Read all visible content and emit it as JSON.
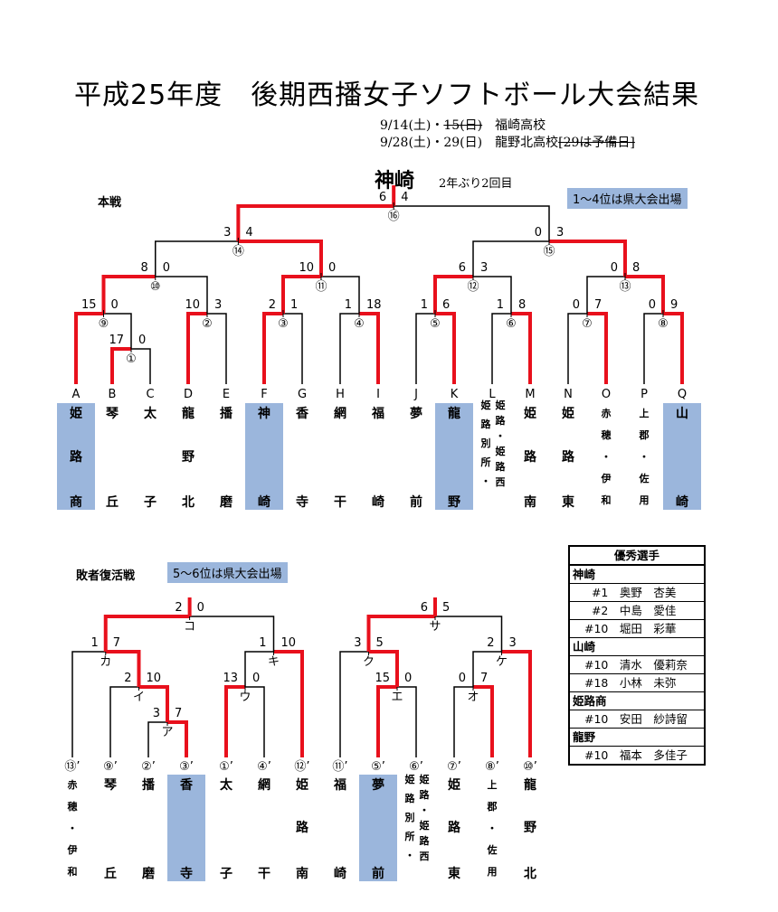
{
  "title": "平成25年度　後期西播女子ソフトボール大会結果",
  "dates": {
    "line1_prefix": "9/14(土)・",
    "line1_struck": "15(日)",
    "line1_suffix": "　福崎高校",
    "line2_prefix": "9/28(土)・29(日)　龍野北高校",
    "line2_struck": "[29は予備日]"
  },
  "main": {
    "label": "本戦",
    "banner": "1～4位は県大会出場",
    "champion": "神崎",
    "champion_note": "2年ぶり2回目",
    "team_letters": [
      "A",
      "B",
      "C",
      "D",
      "E",
      "F",
      "G",
      "H",
      "I",
      "J",
      "K",
      "L",
      "M",
      "N",
      "O",
      "P",
      "Q"
    ],
    "teams": [
      {
        "chars": [
          "姫",
          "路",
          "商"
        ],
        "hl": true
      },
      {
        "chars": [
          "琴",
          "丘"
        ],
        "hl": false
      },
      {
        "chars": [
          "太",
          "子"
        ],
        "hl": false
      },
      {
        "chars": [
          "龍",
          "野",
          "北"
        ],
        "hl": false
      },
      {
        "chars": [
          "播",
          "磨"
        ],
        "hl": false
      },
      {
        "chars": [
          "神",
          "崎"
        ],
        "hl": true
      },
      {
        "chars": [
          "香",
          "寺"
        ],
        "hl": false
      },
      {
        "chars": [
          "網",
          "干"
        ],
        "hl": false
      },
      {
        "chars": [
          "福",
          "崎"
        ],
        "hl": false
      },
      {
        "chars": [
          "夢",
          "前"
        ],
        "hl": false
      },
      {
        "chars": [
          "龍",
          "野"
        ],
        "hl": true
      },
      {
        "chars": [
          "姫",
          "路",
          "別",
          "所",
          "・"
        ],
        "chars2": [
          "姫",
          "路",
          "・",
          "姫",
          "路",
          "西"
        ],
        "small": true,
        "hl": false
      },
      {
        "chars": [
          "姫",
          "路",
          "南"
        ],
        "hl": false
      },
      {
        "chars": [
          "姫",
          "路",
          "東"
        ],
        "hl": false
      },
      {
        "chars": [
          "赤",
          "穂",
          "・",
          "伊",
          "和"
        ],
        "small": true,
        "hl": false
      },
      {
        "chars": [
          "上",
          "郡",
          "・",
          "佐",
          "用"
        ],
        "small": true,
        "hl": false
      },
      {
        "chars": [
          "山",
          "崎"
        ],
        "hl": true
      }
    ],
    "games": [
      {
        "id": "1",
        "label": "①",
        "scores": [
          "17",
          "0"
        ]
      },
      {
        "id": "2",
        "label": "②",
        "scores": [
          "10",
          "3"
        ]
      },
      {
        "id": "3",
        "label": "③",
        "scores": [
          "2",
          "1"
        ]
      },
      {
        "id": "4",
        "label": "④",
        "scores": [
          "1",
          "18"
        ]
      },
      {
        "id": "5",
        "label": "⑤",
        "scores": [
          "1",
          "6"
        ]
      },
      {
        "id": "6",
        "label": "⑥",
        "scores": [
          "1",
          "8"
        ]
      },
      {
        "id": "7",
        "label": "⑦",
        "scores": [
          "0",
          "7"
        ]
      },
      {
        "id": "8",
        "label": "⑧",
        "scores": [
          "0",
          "9"
        ]
      },
      {
        "id": "9",
        "label": "⑨",
        "scores": [
          "15",
          "0"
        ]
      },
      {
        "id": "10",
        "label": "⑩",
        "scores": [
          "8",
          "0"
        ]
      },
      {
        "id": "11",
        "label": "⑪",
        "scores": [
          "10",
          "0"
        ]
      },
      {
        "id": "12",
        "label": "⑫",
        "scores": [
          "6",
          "3"
        ]
      },
      {
        "id": "13",
        "label": "⑬",
        "scores": [
          "0",
          "8"
        ]
      },
      {
        "id": "14",
        "label": "⑭",
        "scores": [
          "3",
          "4"
        ]
      },
      {
        "id": "15",
        "label": "⑮",
        "scores": [
          "0",
          "3"
        ]
      },
      {
        "id": "16",
        "label": "⑯",
        "scores": [
          "6",
          "4"
        ]
      }
    ]
  },
  "consolation": {
    "label": "敗者復活戦",
    "banner": "5～6位は県大会出場",
    "slot_labels": [
      "⑬’",
      "⑨’",
      "②’",
      "③’",
      "①’",
      "④’",
      "⑫’",
      "⑪’",
      "⑤’",
      "⑥’",
      "⑦’",
      "⑧’",
      "⑩’"
    ],
    "teams": [
      {
        "chars": [
          "赤",
          "穂",
          "・",
          "伊",
          "和"
        ],
        "small": true,
        "hl": false
      },
      {
        "chars": [
          "琴",
          "丘"
        ],
        "hl": false
      },
      {
        "chars": [
          "播",
          "磨"
        ],
        "hl": false
      },
      {
        "chars": [
          "香",
          "寺"
        ],
        "hl": true
      },
      {
        "chars": [
          "太",
          "子"
        ],
        "hl": false
      },
      {
        "chars": [
          "網",
          "干"
        ],
        "hl": false
      },
      {
        "chars": [
          "姫",
          "路",
          "南"
        ],
        "hl": false
      },
      {
        "chars": [
          "福",
          "崎"
        ],
        "hl": false
      },
      {
        "chars": [
          "夢",
          "前"
        ],
        "hl": true
      },
      {
        "chars": [
          "姫",
          "路",
          "別",
          "所",
          "・"
        ],
        "chars2": [
          "姫",
          "路",
          "・",
          "姫",
          "路",
          "西"
        ],
        "small": true,
        "hl": false
      },
      {
        "chars": [
          "姫",
          "路",
          "東"
        ],
        "hl": false
      },
      {
        "chars": [
          "上",
          "郡",
          "・",
          "佐",
          "用"
        ],
        "small": true,
        "hl": false
      },
      {
        "chars": [
          "龍",
          "野",
          "北"
        ],
        "hl": false
      }
    ],
    "games": [
      {
        "id": "a",
        "label": "ア",
        "scores": [
          "3",
          "7"
        ]
      },
      {
        "id": "i",
        "label": "イ",
        "scores": [
          "2",
          "10"
        ]
      },
      {
        "id": "u",
        "label": "ウ",
        "scores": [
          "13",
          "0"
        ]
      },
      {
        "id": "e",
        "label": "エ",
        "scores": [
          "15",
          "0"
        ]
      },
      {
        "id": "o",
        "label": "オ",
        "scores": [
          "0",
          "7"
        ]
      },
      {
        "id": "ka",
        "label": "カ",
        "scores": [
          "1",
          "7"
        ]
      },
      {
        "id": "ki",
        "label": "キ",
        "scores": [
          "1",
          "10"
        ]
      },
      {
        "id": "ku",
        "label": "ク",
        "scores": [
          "3",
          "5"
        ]
      },
      {
        "id": "ke",
        "label": "ケ",
        "scores": [
          "2",
          "3"
        ]
      },
      {
        "id": "ko",
        "label": "コ",
        "scores": [
          "2",
          "0"
        ]
      },
      {
        "id": "sa",
        "label": "サ",
        "scores": [
          "6",
          "5"
        ]
      }
    ]
  },
  "awards": {
    "title": "優秀選手",
    "groups": [
      {
        "team": "神崎",
        "players": [
          {
            "no": "#1",
            "name": "奥野　杏美"
          },
          {
            "no": "#2",
            "name": "中島　愛佳"
          },
          {
            "no": "#10",
            "name": "堀田　彩華"
          }
        ]
      },
      {
        "team": "山崎",
        "players": [
          {
            "no": "#10",
            "name": "清水　優莉奈"
          },
          {
            "no": "#18",
            "name": "小林　未弥"
          }
        ]
      },
      {
        "team": "姫路商",
        "players": [
          {
            "no": "#10",
            "name": "安田　紗詩留"
          }
        ]
      },
      {
        "team": "龍野",
        "players": [
          {
            "no": "#10",
            "name": "福本　多佳子"
          }
        ]
      }
    ]
  },
  "colors": {
    "win": "#e8101c",
    "lose": "#000000",
    "highlight": "#9bb6dc"
  }
}
